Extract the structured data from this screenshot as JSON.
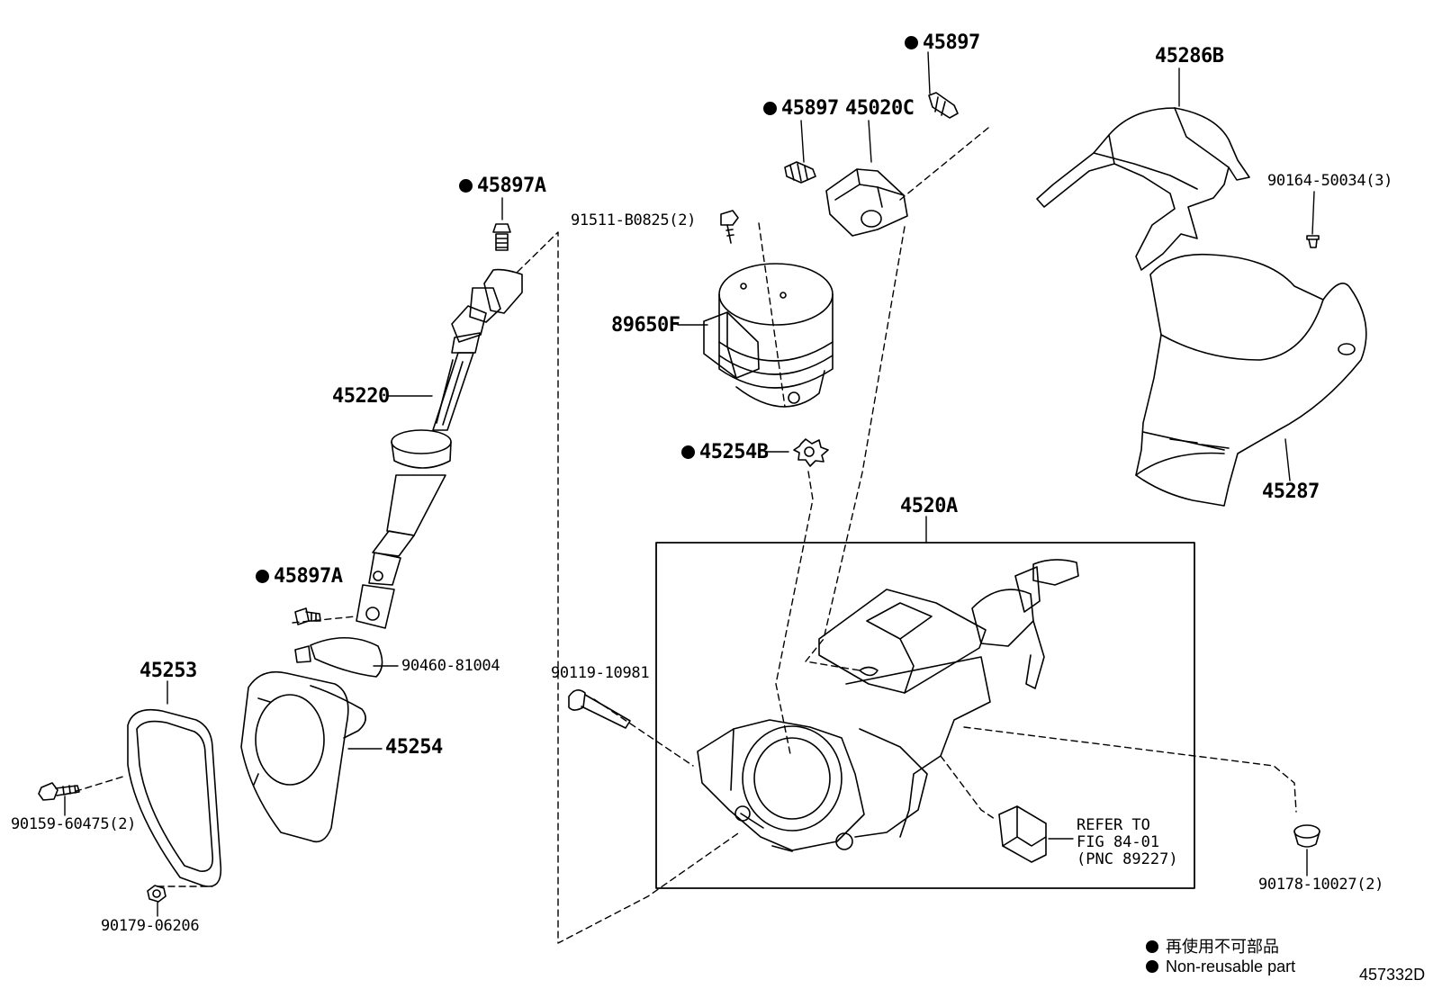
{
  "diagram_id": "457332D",
  "parts": {
    "p45897_top": "45897",
    "p45286B": "45286B",
    "p45897_mid": "45897",
    "p45020C": "45020C",
    "p45897A_top": "45897A",
    "p91511": "91511-B0825(2)",
    "p90164": "90164-50034(3)",
    "p89650F": "89650F",
    "p45220": "45220",
    "p45254B": "45254B",
    "p45287": "45287",
    "p4520A": "4520A",
    "p45897A_low": "45897A",
    "p90460": "90460-81004",
    "p45253": "45253",
    "p90119": "90119-10981",
    "p45254": "45254",
    "p90159": "90159-60475(2)",
    "p90179": "90179-06206",
    "p90178": "90178-10027(2)"
  },
  "refer": {
    "line1": "REFER TO",
    "line2": "FIG 84-01",
    "line3": "(PNC 89227)"
  },
  "legend": {
    "jp": "再使用不可部品",
    "en": "Non-reusable part"
  },
  "icons": [
    "non-reusable-dot-icon"
  ]
}
